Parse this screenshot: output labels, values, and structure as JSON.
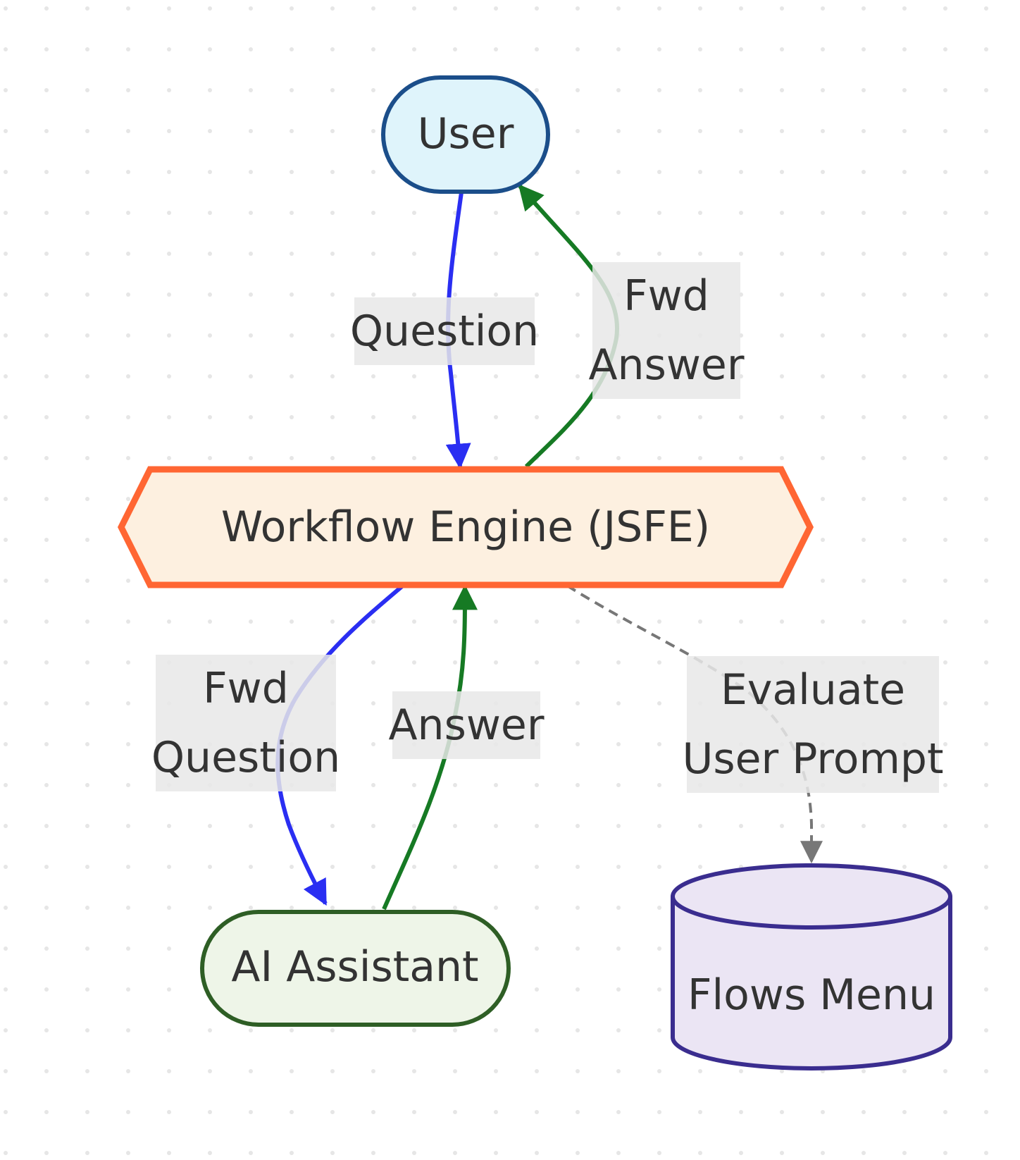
{
  "nodes": {
    "user": {
      "label": "User",
      "fill": "#dff4fb",
      "stroke": "#1b4e8a"
    },
    "engine": {
      "label": "Workflow Engine (JSFE)",
      "fill": "#fdf0e0",
      "stroke": "#ff6633"
    },
    "assistant": {
      "label": "AI Assistant",
      "fill": "#eef5e8",
      "stroke": "#2e5e25"
    },
    "flows": {
      "label": "Flows Menu",
      "fill": "#ebe5f4",
      "stroke": "#3a2d8f"
    }
  },
  "edges": {
    "question": {
      "label": "Question",
      "color": "#2a2ef2"
    },
    "fwd_answer": {
      "label_line1": "Fwd",
      "label_line2": "Answer",
      "color": "#167a24"
    },
    "fwd_question": {
      "label_line1": "Fwd",
      "label_line2": "Question",
      "color": "#2a2ef2"
    },
    "answer": {
      "label": "Answer",
      "color": "#167a24"
    },
    "evaluate": {
      "label_line1": "Evaluate",
      "label_line2": "User Prompt",
      "color": "#777777",
      "style": "dashed"
    }
  }
}
